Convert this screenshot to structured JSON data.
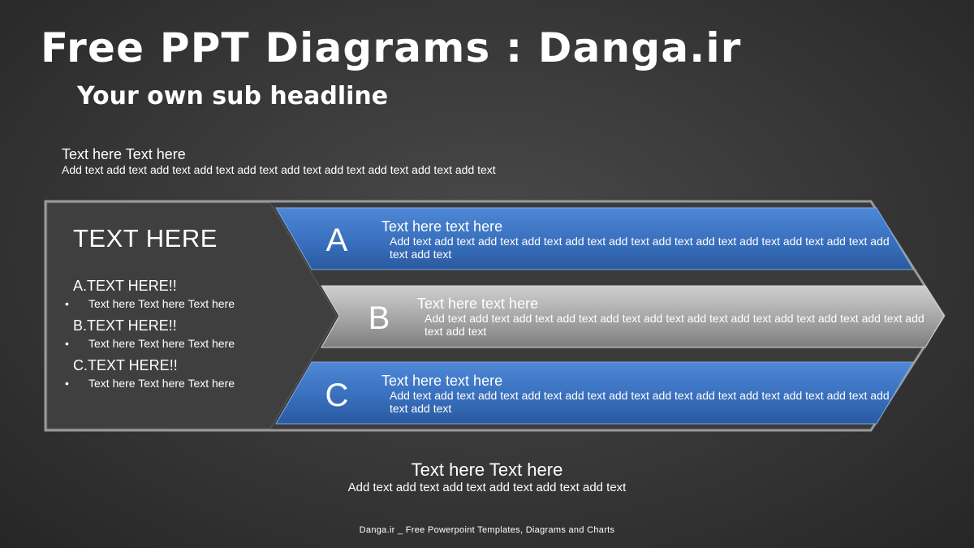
{
  "header": {
    "title": "Free PPT Diagrams : Danga.ir",
    "subtitle": "Your own sub headline"
  },
  "intro": {
    "heading": "Text here Text here",
    "body": "Add text add text add text add text add text add text add text add text add text add text"
  },
  "left_panel": {
    "title": "TEXT HERE",
    "items": [
      {
        "label": "A.TEXT HERE!!",
        "bullet": "Text here Text here Text here"
      },
      {
        "label": "B.TEXT HERE!!",
        "bullet": "Text here Text here Text here"
      },
      {
        "label": "C.TEXT HERE!!",
        "bullet": "Text here Text here Text here"
      }
    ],
    "bullet_char": "•"
  },
  "rows": [
    {
      "letter": "A",
      "heading": "Text here text here",
      "body": "Add text add text add text add text add text add text add text add text add text add text add text add text add text",
      "color": "#3a72c0"
    },
    {
      "letter": "B",
      "heading": "Text here text here",
      "body": "Add text add text add text add text add text add text add text add text add text add text add text add text add text",
      "color": "#a8a8a8"
    },
    {
      "letter": "C",
      "heading": "Text here text here",
      "body": "Add text add text add text add text add text add text add text add text add text add text add text add text add text",
      "color": "#3a72c0"
    }
  ],
  "bottom": {
    "heading": "Text here Text here",
    "body": "Add text add text add text add text add text add text"
  },
  "footer": "Danga.ir _ Free Powerpoint Templates, Diagrams and Charts",
  "colors": {
    "blue": "#3a72c0",
    "gray": "#a8a8a8",
    "panel": "#3f3f3f",
    "outline": "#9a9a9a"
  }
}
